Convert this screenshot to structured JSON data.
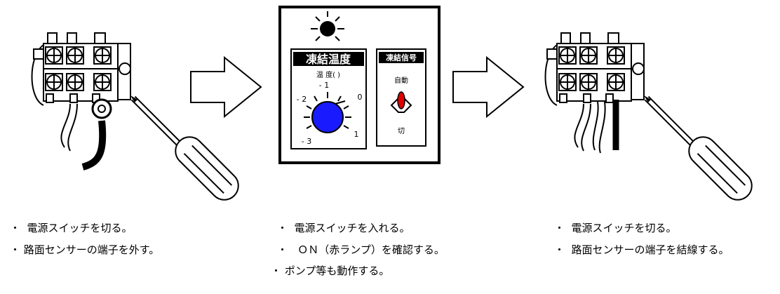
{
  "panel": {
    "freeze_temp_label": "凍結温度",
    "temp_sub_label": "温 度(   )",
    "dial_marks": [
      "- 1",
      "- 2",
      "0",
      "1",
      "- 3"
    ],
    "freeze_signal_label": "凍結信号",
    "auto_label": "自動",
    "off_label": "切"
  },
  "steps": [
    {
      "lines": [
        "・  電源スイッチを切る。",
        "・ 路面センサーの端子を外す。"
      ]
    },
    {
      "lines": [
        "・  電源スイッチを入れる。",
        "・   ＯＮ（赤ランプ）を確認する。",
        "・ ポンプ等も動作する。"
      ]
    },
    {
      "lines": [
        "・  電源スイッチを切る。",
        "・  路面センサーの端子を結線する。"
      ]
    }
  ],
  "colors": {
    "lamp": "#000000",
    "dial": "#1a1aff",
    "toggle": "#e00000"
  }
}
